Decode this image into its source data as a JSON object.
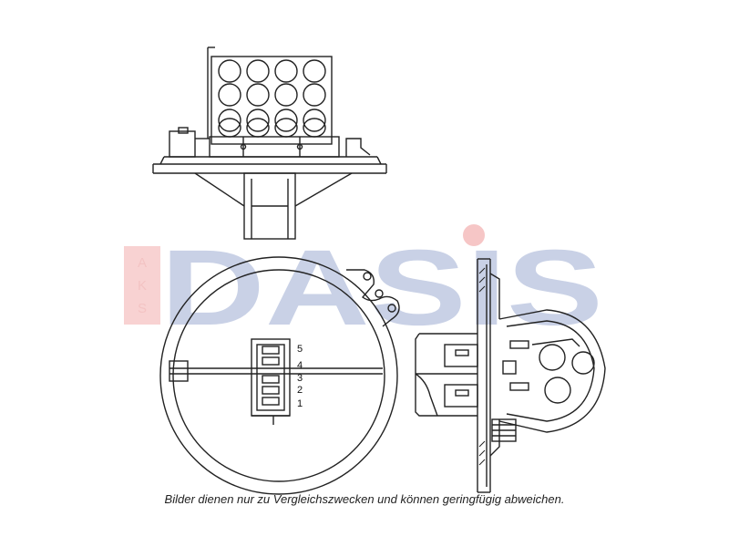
{
  "caption": "Bilder dienen nur zu Vergleichszwecken und können geringfügig abweichen.",
  "watermark": {
    "brand": "DASIS",
    "side_label": [
      "A",
      "K",
      "S"
    ],
    "color_primary": "#a9b6d6",
    "color_accent": "#f3b3b3"
  },
  "pin_labels": [
    "5",
    "4",
    "3",
    "2",
    "1"
  ],
  "line_color": "#222222"
}
